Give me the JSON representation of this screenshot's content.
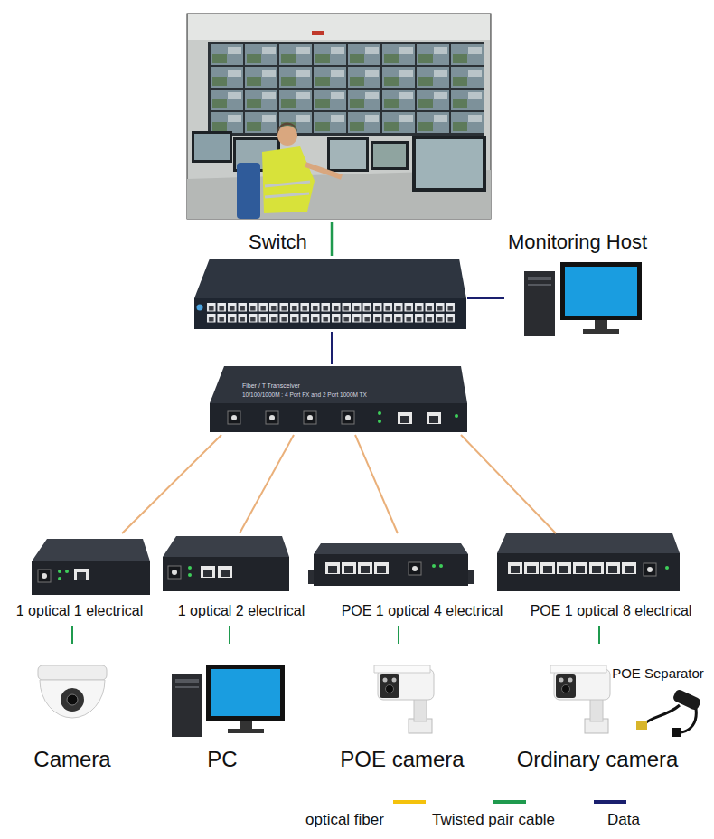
{
  "diagram": {
    "nodes": [
      {
        "text": [
          "Switch"
        ]
      },
      {
        "text": [
          "Monitoring Host"
        ]
      },
      {
        "text": [
          "Fiber / T Transceiver",
          "10/100/1000M : 4 Port FX and 2 Port 1000M TX"
        ]
      },
      {
        "text": [
          "1 optical 1 electrical"
        ]
      },
      {
        "text": [
          "1 optical 2 electrical"
        ]
      },
      {
        "text": [
          "POE 1 optical 4 electrical"
        ]
      },
      {
        "text": [
          "POE 1 optical 8 electrical"
        ]
      },
      {
        "text": [
          "Camera"
        ]
      },
      {
        "text": [
          "PC"
        ]
      },
      {
        "text": [
          "POE camera"
        ]
      },
      {
        "text": [
          "Ordinary camera"
        ]
      },
      {
        "text": [
          "POE Separator"
        ]
      }
    ],
    "edges": [
      {
        "from": 0,
        "to": 1,
        "arrow": "none"
      },
      {
        "from": 0,
        "to": 2,
        "arrow": "none"
      },
      {
        "from": 2,
        "to": 3,
        "arrow": "none"
      },
      {
        "from": 2,
        "to": 4,
        "arrow": "none"
      },
      {
        "from": 2,
        "to": 5,
        "arrow": "none"
      },
      {
        "from": 2,
        "to": 6,
        "arrow": "none"
      },
      {
        "from": 3,
        "to": 7,
        "arrow": "none"
      },
      {
        "from": 4,
        "to": 8,
        "arrow": "none"
      },
      {
        "from": 5,
        "to": 9,
        "arrow": "none"
      },
      {
        "from": 6,
        "to": 10,
        "arrow": "none"
      }
    ],
    "legend": [
      {
        "text": "optical fiber",
        "color": "#f4c20d"
      },
      {
        "text": "Twisted pair cable",
        "color": "#1f9a4e"
      },
      {
        "text": "Data",
        "color": "#1a1f6e"
      }
    ]
  }
}
